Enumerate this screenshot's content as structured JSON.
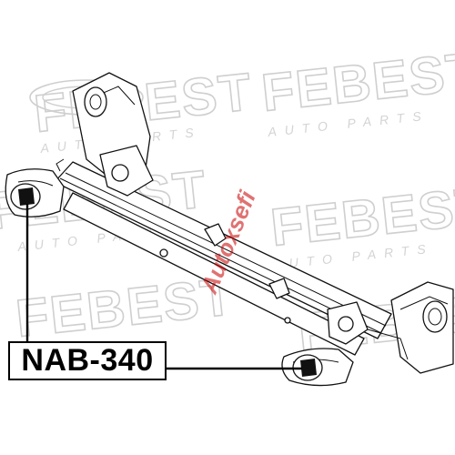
{
  "watermark": {
    "brand": "FEBEST",
    "tagline": "AUTO PARTS",
    "color": "#cfcfcf"
  },
  "dealer_mark": {
    "text": "Autoxsefi",
    "color": "#c80000"
  },
  "part_label": {
    "text": "NAB-340"
  },
  "diagram": {
    "subject": "rear-axle-beam",
    "highlighted_part": "bushing"
  }
}
